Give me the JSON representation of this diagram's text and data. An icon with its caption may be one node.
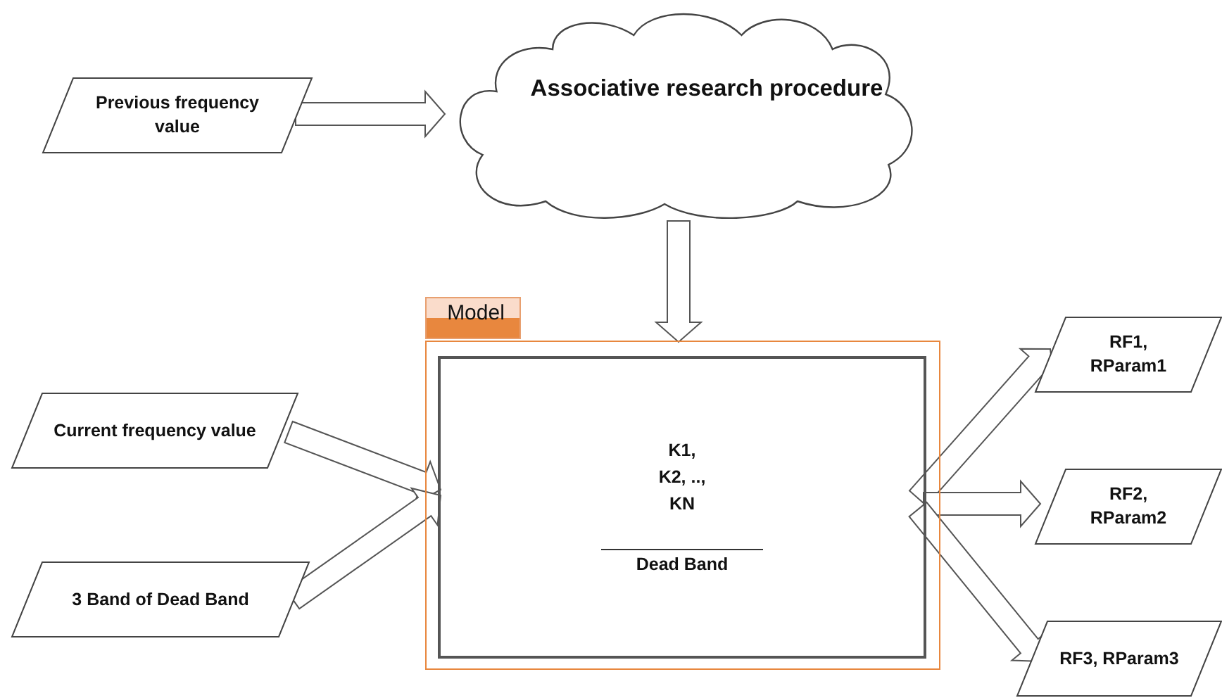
{
  "diagram": {
    "nodes": [
      {
        "text": [
          "Previous frequency value"
        ]
      },
      {
        "text": [
          "Associative research procedure"
        ]
      },
      {
        "text": [
          "Model"
        ]
      },
      {
        "text": [
          "K1, K2, .., KN",
          "Dead Band"
        ],
        "in": 2
      },
      {
        "text": [
          "Current frequency value"
        ]
      },
      {
        "text": [
          "3 Band of Dead Band"
        ]
      },
      {
        "text": [
          "RF1, RParam1"
        ]
      },
      {
        "text": [
          "RF2, RParam2"
        ]
      },
      {
        "text": [
          "RF3, RParam3"
        ]
      }
    ],
    "edges": [
      {
        "from": 0,
        "to": 1,
        "arrow": "to"
      },
      {
        "from": 1,
        "to": 2,
        "arrow": "to"
      },
      {
        "from": 4,
        "to": 3,
        "arrow": "to"
      },
      {
        "from": 5,
        "to": 3,
        "arrow": "to"
      },
      {
        "from": 3,
        "to": 6,
        "arrow": "to"
      },
      {
        "from": 3,
        "to": 7,
        "arrow": "to"
      },
      {
        "from": 3,
        "to": 8,
        "arrow": "to"
      }
    ]
  }
}
